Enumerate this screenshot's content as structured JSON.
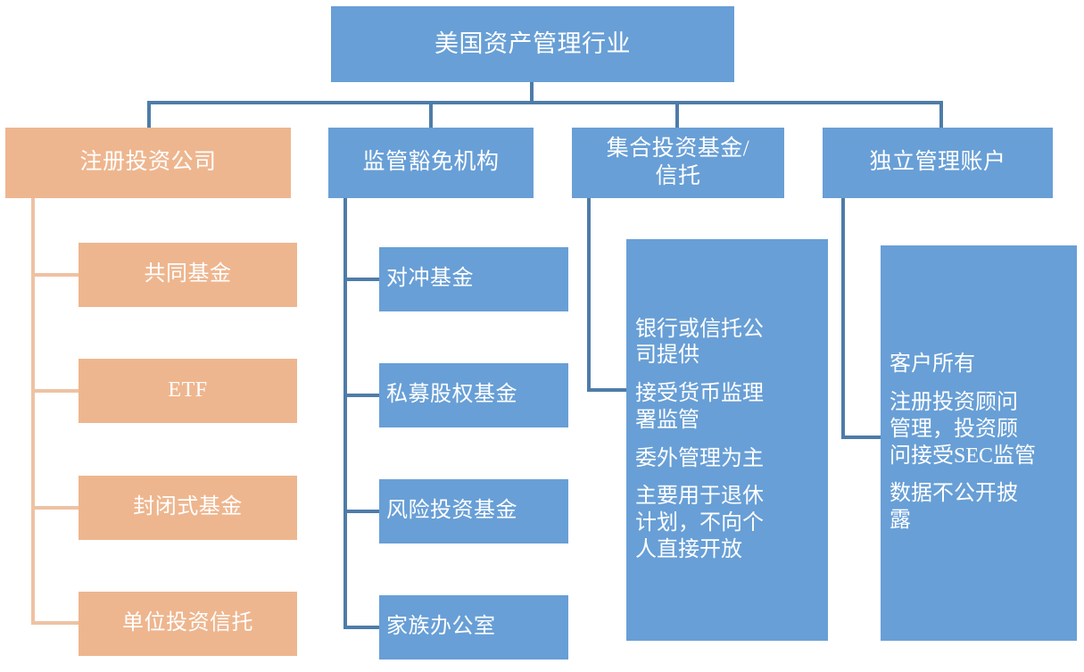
{
  "diagram": {
    "title": "美国资产管理行业",
    "colors": {
      "blue_fill": "#689fd6",
      "orange_fill": "#eeb68f",
      "connector_blue": "#4e7ca8",
      "connector_orange": "#eec2a3",
      "text": "#ffffff",
      "background": "#ffffff"
    },
    "root": {
      "label": "美国资产管理行业"
    },
    "branches": [
      {
        "key": "registered_investment_companies",
        "label": "注册投资公司",
        "color": "orange",
        "children": [
          {
            "key": "mutual_fund",
            "label": "共同基金"
          },
          {
            "key": "etf",
            "label": "ETF"
          },
          {
            "key": "closed_end_fund",
            "label": "封闭式基金"
          },
          {
            "key": "unit_investment_trust",
            "label": "单位投资信托"
          }
        ]
      },
      {
        "key": "exempt_institutions",
        "label": "监管豁免机构",
        "color": "blue",
        "children": [
          {
            "key": "hedge_fund",
            "label": "对冲基金"
          },
          {
            "key": "private_equity_fund",
            "label": "私募股权基金"
          },
          {
            "key": "venture_capital_fund",
            "label": "风险投资基金"
          },
          {
            "key": "family_office",
            "label": "家族办公室"
          }
        ]
      },
      {
        "key": "collective_investment_funds_trusts",
        "label": "集合投资基金/\n信托",
        "color": "blue",
        "notes": [
          "银行或信托公\n司提供",
          "接受货币监理\n署监管",
          "委外管理为主",
          "主要用于退休\n计划，不向个\n人直接开放"
        ]
      },
      {
        "key": "separately_managed_accounts",
        "label": "独立管理账户",
        "color": "blue",
        "notes": [
          "客户所有",
          "注册投资顾问\n管理，投资顾\n问接受SEC监管",
          "数据不公开披\n露"
        ]
      }
    ]
  }
}
